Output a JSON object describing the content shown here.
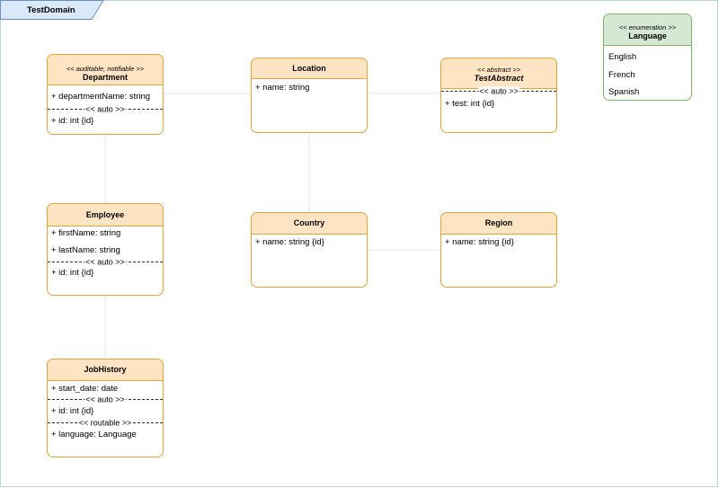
{
  "diagram": {
    "title": "TestDomain",
    "classes": {
      "department": {
        "stereotype": "<< auditable, notifiable >>",
        "name": "Department",
        "attr1": "+ departmentName: string",
        "sep1": "<< auto >>",
        "attr2": "+ id: int {id}"
      },
      "location": {
        "name": "Location",
        "attr1": "+ name: string"
      },
      "test_abstract": {
        "stereotype": "<< abstract >>",
        "name": "TestAbstract",
        "sep1": "<< auto >>",
        "attr1": "+ test: int {id}"
      },
      "employee": {
        "name": "Employee",
        "attr1": "+ firstName: string",
        "attr2": "+ lastName: string",
        "sep1": "<< auto >>",
        "attr3": "+ id: int {id}"
      },
      "country": {
        "name": "Country",
        "attr1": "+ name: string {id}"
      },
      "region": {
        "name": "Region",
        "attr1": "+ name: string {id}"
      },
      "job_history": {
        "name": "JobHistory",
        "attr1": "+ start_date: date",
        "sep1": "<< auto >>",
        "attr2": "+ id: int {id}",
        "sep2": "<< routable >>",
        "attr3": "+ language: Language"
      }
    },
    "enumeration": {
      "stereotype": "<< enumeration >>",
      "name": "Language",
      "items": [
        "English",
        "French",
        "Spanish"
      ]
    },
    "colors": {
      "class_border": "#e5a33a",
      "class_header": "#ffe4c4",
      "enum_border": "#82b366",
      "enum_header": "#d5e8d4",
      "link": "#dddddd"
    }
  }
}
